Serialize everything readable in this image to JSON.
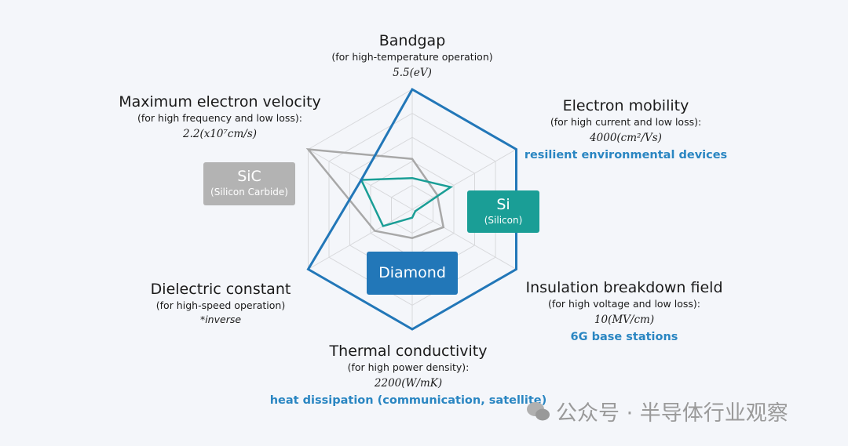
{
  "chart_data": {
    "type": "radar",
    "axes": [
      {
        "name": "Bandgap",
        "note": "(for high-temperature operation)",
        "value": "5.5(eV)",
        "application": ""
      },
      {
        "name": "Electron mobility",
        "note": "(for high current and low loss):",
        "value": "4000(cm²/Vs)",
        "application": "resilient environmental devices"
      },
      {
        "name": "Insulation breakdown field",
        "note": "(for high voltage and low loss):",
        "value": "10(MV/cm)",
        "application": "6G base stations"
      },
      {
        "name": "Thermal conductivity",
        "note": "(for high power density):",
        "value": "2200(W/mK)",
        "application": "heat dissipation (communication, satellite)"
      },
      {
        "name": "Dielectric constant",
        "note": "(for high-speed operation)",
        "value": "*inverse",
        "application": ""
      },
      {
        "name": "Maximum electron velocity",
        "note": "(for high frequency and low loss):",
        "value": "2.2(x10⁷cm/s)",
        "application": ""
      }
    ],
    "rings": 5,
    "range": [
      0,
      1
    ],
    "series": [
      {
        "name": "Diamond",
        "full_name": "",
        "color": "#2277b8",
        "values": [
          1.0,
          1.0,
          1.0,
          1.0,
          1.0,
          0.49
        ]
      },
      {
        "name": "SiC",
        "full_name": "(Silicon Carbide)",
        "color": "#a8a8a8",
        "values": [
          0.42,
          0.24,
          0.3,
          0.24,
          0.36,
          1.0
        ]
      },
      {
        "name": "Si",
        "full_name": "(Silicon)",
        "color": "#1a9e96",
        "values": [
          0.26,
          0.37,
          0.03,
          0.07,
          0.28,
          0.49
        ]
      }
    ]
  },
  "watermark": {
    "text": "公众号 · 半导体行业观察",
    "icon": "wechat-icon"
  }
}
